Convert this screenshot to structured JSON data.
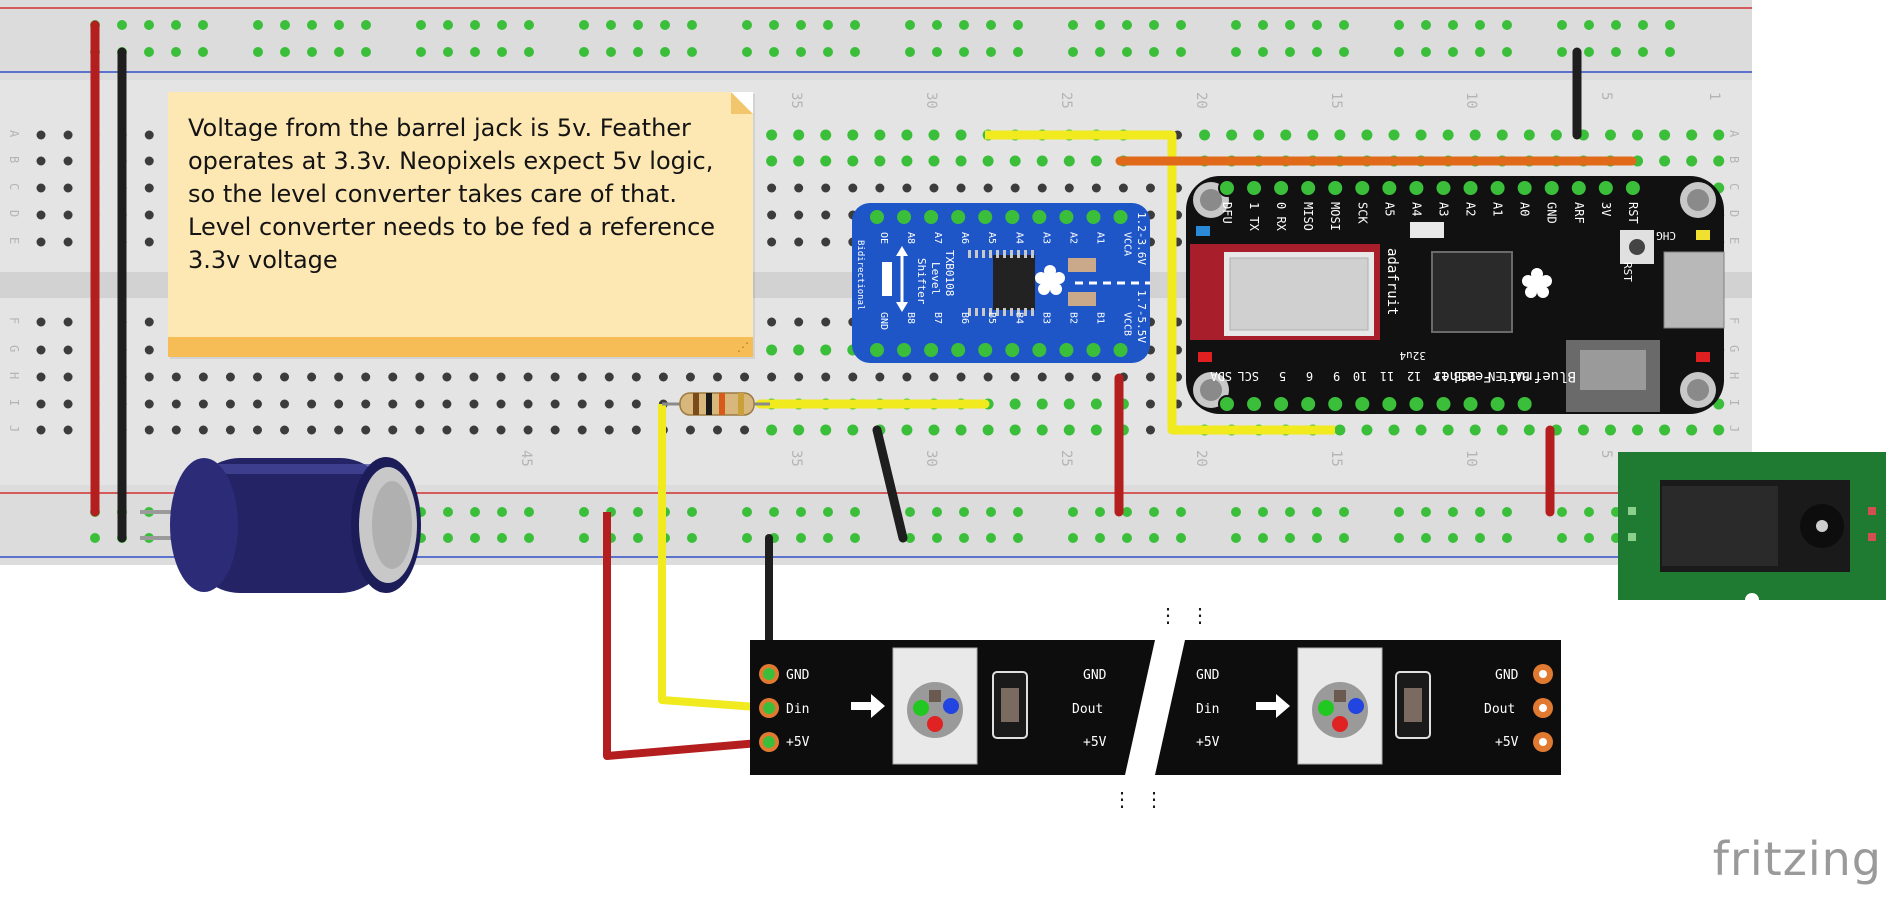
{
  "note": {
    "text": "Voltage from the barrel jack is 5v. Feather operates at 3.3v. Neopixels expect 5v logic, so the level converter takes care of that. Level converter needs to be fed a reference 3.3v voltage"
  },
  "breadboard": {
    "column_numbers": [
      "35",
      "30",
      "25",
      "20",
      "15",
      "10",
      "5",
      "1"
    ],
    "column_numbers_bottom": [
      "45",
      "35",
      "30",
      "25",
      "20",
      "15",
      "10",
      "5"
    ],
    "row_letters_top": [
      "A",
      "B",
      "C",
      "D",
      "E"
    ],
    "row_letters_bottom": [
      "F",
      "G",
      "H",
      "I",
      "J"
    ]
  },
  "level_shifter": {
    "name_lines": [
      "TXB0108",
      "Level",
      "Shifter"
    ],
    "side_label": "Bidirectional",
    "top_pins": [
      "OE",
      "A8",
      "A7",
      "A6",
      "A5",
      "A4",
      "A3",
      "A2",
      "A1",
      "VCCA"
    ],
    "bottom_pins": [
      "GND",
      "B8",
      "B7",
      "B6",
      "B5",
      "B4",
      "B3",
      "B2",
      "B1",
      "VCCB"
    ],
    "voltage_a": "1.2-3.6V",
    "voltage_b": "1.7-5.5V"
  },
  "feather": {
    "top_labels": [
      "DFU",
      "1 TX",
      "0 RX",
      "MISO",
      "MOSI",
      "SCK",
      "A5",
      "A4",
      "A3",
      "A2",
      "A1",
      "A0",
      "GND",
      "ARF",
      "3V",
      "RST"
    ],
    "bottom_labels": [
      "SDA",
      "SCL",
      "5",
      "6",
      "9",
      "10",
      "11",
      "12",
      "13",
      "USB",
      "EN",
      "BAT"
    ],
    "brand": "adafruit",
    "name": "Bluefruit Feather",
    "labels": [
      "CHG",
      "RST",
      "32u4"
    ]
  },
  "strip": {
    "left_pins": [
      "GND",
      "Din",
      "+5V"
    ],
    "seg1_right": [
      "GND",
      "Dout",
      "+5V"
    ],
    "seg2_left": [
      "GND",
      "Din",
      "+5V"
    ],
    "seg2_right": [
      "GND",
      "Dout",
      "+5V"
    ]
  },
  "brand": "fritzing",
  "colors": {
    "breadboard": "#e6e6e6",
    "hole_green": "#3bbf3b",
    "wire_red": "#b41e1e",
    "wire_black": "#1e1e1e",
    "wire_yellow": "#f0ea1e",
    "wire_orange": "#e06a1a",
    "shifter_blue": "#1e56c8",
    "feather_black": "#111111",
    "note_bg": "#fde7b3"
  }
}
